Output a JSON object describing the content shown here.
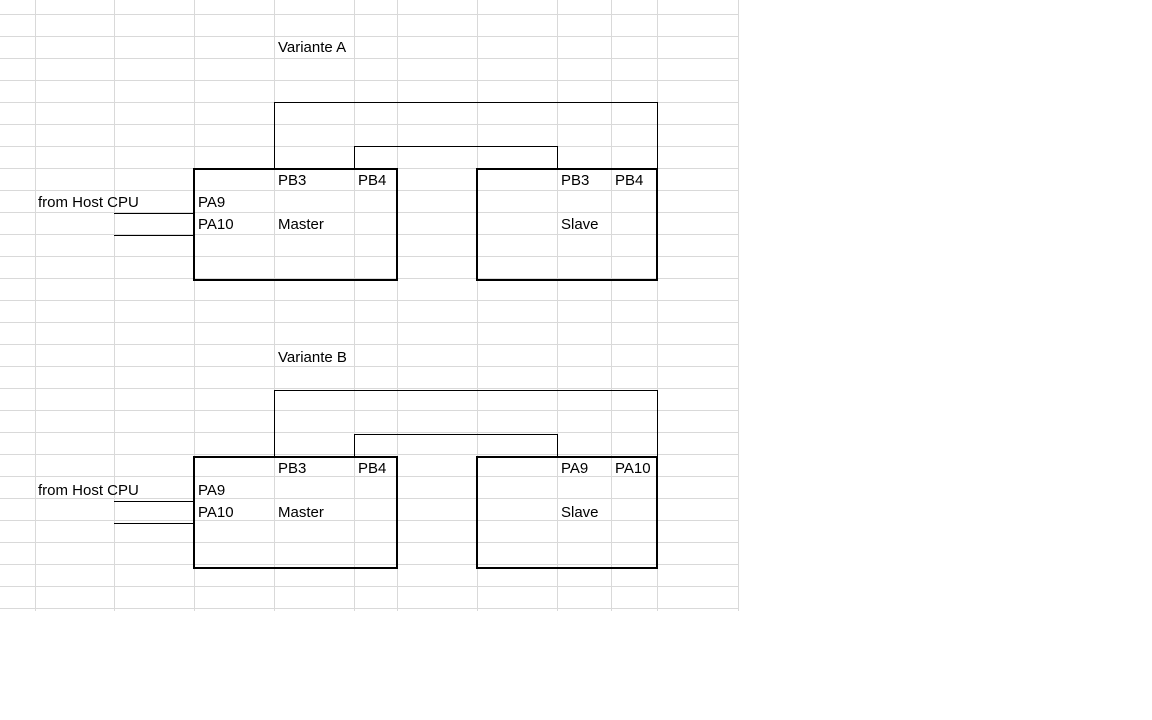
{
  "colors": {
    "background": "#ffffff",
    "gridline": "#d9d9d9",
    "ink": "#000000"
  },
  "variant_a": {
    "title": "Variante A",
    "host_label": "from Host CPU",
    "master": {
      "name": "Master",
      "pin_top_left": "PB3",
      "pin_top_right": "PB4",
      "pin_left_upper": "PA9",
      "pin_left_lower": "PA10"
    },
    "slave": {
      "name": "Slave",
      "pin_top_left": "PB3",
      "pin_top_right": "PB4"
    }
  },
  "variant_b": {
    "title": "Variante B",
    "host_label": "from Host CPU",
    "master": {
      "name": "Master",
      "pin_top_left": "PB3",
      "pin_top_right": "PB4",
      "pin_left_upper": "PA9",
      "pin_left_lower": "PA10"
    },
    "slave": {
      "name": "Slave",
      "pin_top_left": "PA9",
      "pin_top_right": "PA10"
    }
  }
}
